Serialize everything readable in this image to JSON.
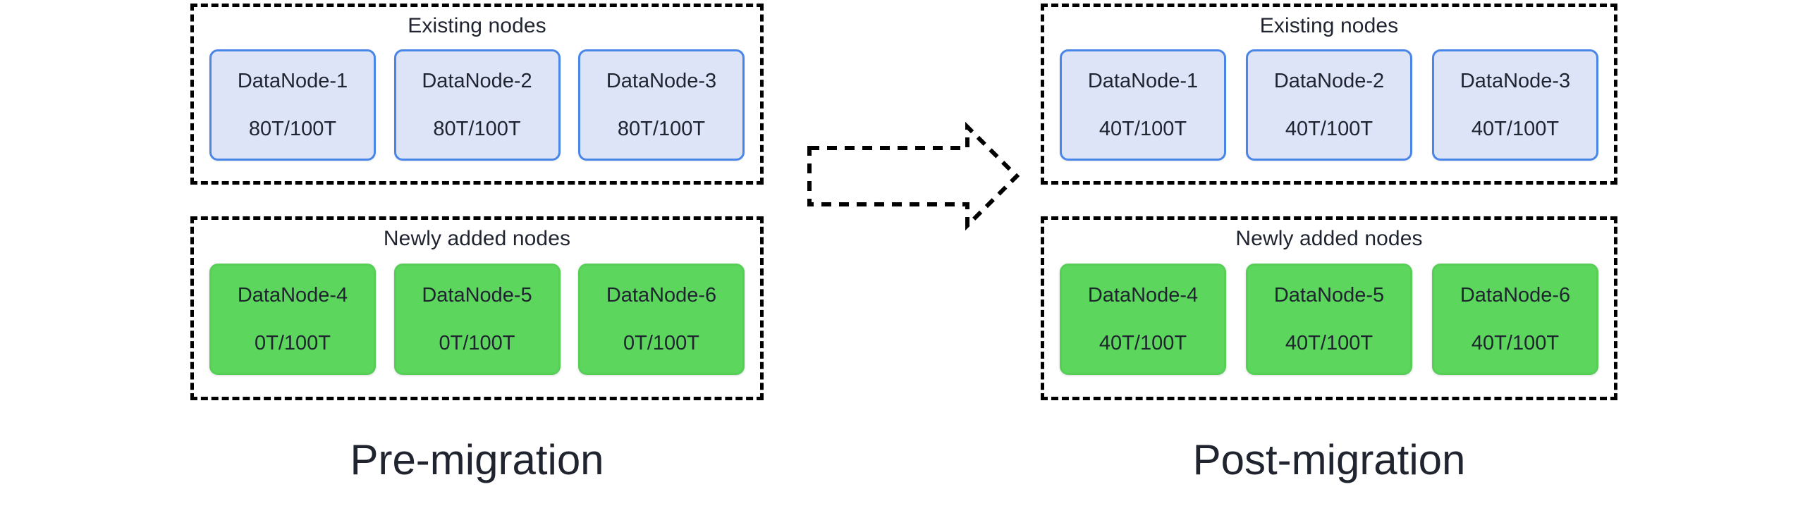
{
  "diagram": {
    "title_left": "Pre-migration",
    "title_right": "Post-migration",
    "arrow": {
      "name": "migration-arrow",
      "direction": "right",
      "style": "dashed-outline-block-arrow"
    },
    "colors": {
      "existing_node_fill": "#dde4f8",
      "existing_node_border": "#4a86e8",
      "new_node_fill": "#5cd65c",
      "new_node_border": "#57cf57",
      "group_border": "#000000",
      "text": "#1f2430",
      "background": "#ffffff"
    }
  },
  "panels": [
    {
      "id": "pre-migration",
      "caption": "Pre-migration",
      "groups": [
        {
          "id": "existing",
          "title": "Existing nodes",
          "kind": "blue",
          "nodes": [
            {
              "name": "DataNode-1",
              "capacity": "80T/100T",
              "used_tb": 80,
              "total_tb": 100
            },
            {
              "name": "DataNode-2",
              "capacity": "80T/100T",
              "used_tb": 80,
              "total_tb": 100
            },
            {
              "name": "DataNode-3",
              "capacity": "80T/100T",
              "used_tb": 80,
              "total_tb": 100
            }
          ]
        },
        {
          "id": "newly-added",
          "title": "Newly added nodes",
          "kind": "green",
          "nodes": [
            {
              "name": "DataNode-4",
              "capacity": "0T/100T",
              "used_tb": 0,
              "total_tb": 100
            },
            {
              "name": "DataNode-5",
              "capacity": "0T/100T",
              "used_tb": 0,
              "total_tb": 100
            },
            {
              "name": "DataNode-6",
              "capacity": "0T/100T",
              "used_tb": 0,
              "total_tb": 100
            }
          ]
        }
      ]
    },
    {
      "id": "post-migration",
      "caption": "Post-migration",
      "groups": [
        {
          "id": "existing",
          "title": "Existing nodes",
          "kind": "blue",
          "nodes": [
            {
              "name": "DataNode-1",
              "capacity": "40T/100T",
              "used_tb": 40,
              "total_tb": 100
            },
            {
              "name": "DataNode-2",
              "capacity": "40T/100T",
              "used_tb": 40,
              "total_tb": 100
            },
            {
              "name": "DataNode-3",
              "capacity": "40T/100T",
              "used_tb": 40,
              "total_tb": 100
            }
          ]
        },
        {
          "id": "newly-added",
          "title": "Newly added nodes",
          "kind": "green",
          "nodes": [
            {
              "name": "DataNode-4",
              "capacity": "40T/100T",
              "used_tb": 40,
              "total_tb": 100
            },
            {
              "name": "DataNode-5",
              "capacity": "40T/100T",
              "used_tb": 40,
              "total_tb": 100
            },
            {
              "name": "DataNode-6",
              "capacity": "40T/100T",
              "used_tb": 40,
              "total_tb": 100
            }
          ]
        }
      ]
    }
  ]
}
